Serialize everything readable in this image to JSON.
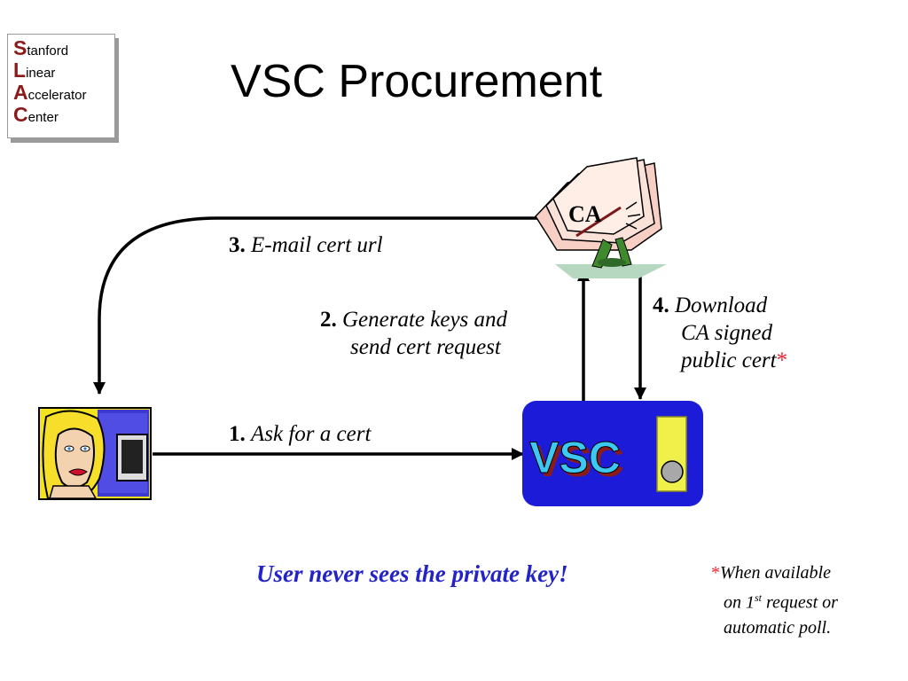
{
  "logo": {
    "lines": [
      {
        "cap": "S",
        "rest": "tanford"
      },
      {
        "cap": "L",
        "rest": "inear"
      },
      {
        "cap": "A",
        "rest": "ccelerator"
      },
      {
        "cap": "C",
        "rest": "enter"
      }
    ]
  },
  "title": "VSC Procurement",
  "nodes": {
    "ca": "CA",
    "vsc": "VSC"
  },
  "steps": {
    "step1": {
      "num": "1.",
      "text": "Ask for a cert"
    },
    "step2": {
      "num": "2.",
      "text_line1": "Generate keys and",
      "text_line2": "send cert request"
    },
    "step3": {
      "num": "3.",
      "text": "E-mail cert url"
    },
    "step4": {
      "num": "4.",
      "text_line1": "Download",
      "text_line2": "CA signed",
      "text_line3": "public cert",
      "marker": "*"
    }
  },
  "note": "User never sees the private key!",
  "footnote": {
    "marker": "*",
    "line1": "When available",
    "line2_pre": "on 1",
    "line2_sup": "st",
    "line2_post": " request or",
    "line3": "automatic poll."
  },
  "colors": {
    "note": "#2323c8",
    "asterisk": "#e8202a",
    "vsc_box": "#1c1cd8",
    "logo_caps": "#8a1b1b"
  }
}
